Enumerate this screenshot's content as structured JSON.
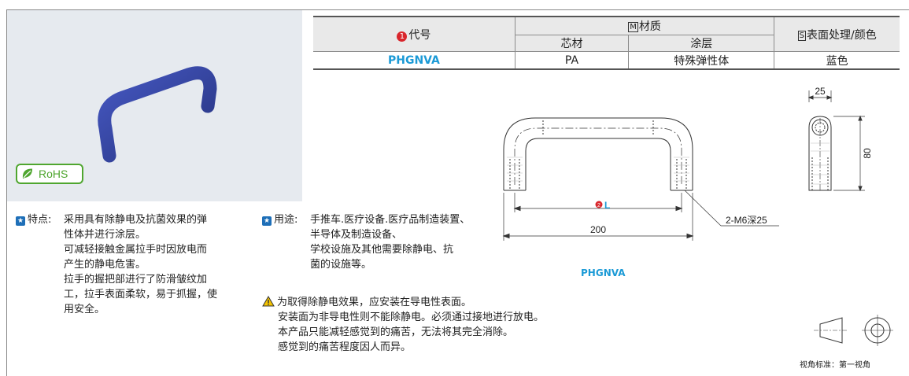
{
  "rohs": {
    "label": "RoHS"
  },
  "table": {
    "col_code": "代号",
    "col_code_num": "1",
    "col_material": "材质",
    "col_material_mark": "M",
    "sub_core": "芯材",
    "sub_coat": "涂层",
    "col_surface": "表面处理/颜色",
    "col_surface_mark": "S",
    "row": {
      "code": "PHGNVA",
      "core": "PA",
      "coat": "特殊弹性体",
      "color": "蓝色"
    }
  },
  "features": {
    "label": "特点:",
    "lines": [
      "采用具有除静电及抗菌效果的弹",
      "性体并进行涂层。",
      "可减轻接触金属拉手时因放电而",
      "产生的静电危害。",
      "拉手的握把部进行了防滑皱纹加",
      "工，拉手表面柔软，易于抓握，使",
      "用安全。"
    ]
  },
  "uses": {
    "label": "用途:",
    "lines": [
      "手推车.医疗设备.医疗品制造装置、",
      "半导体及制造设备、",
      "学校设施及其他需要除静电、抗",
      "菌的设施等。"
    ]
  },
  "warning": {
    "lines": [
      "为取得除静电效果，应安装在导电性表面。",
      "安装面为非导电性则不能除静电。必须通过接地进行放电。",
      "本产品只能减轻感觉到的痛苦，无法将其完全消除。",
      "感觉到的痛苦程度因人而异。"
    ]
  },
  "drawing": {
    "dim_L": "L",
    "dim_L_num": "2",
    "dim_200": "200",
    "dim_thread": "2-M6深25",
    "dim_25": "25",
    "dim_80": "80",
    "part_code": "PHGNVA"
  },
  "projection": {
    "label": "视角标准：第一视角"
  },
  "colors": {
    "accent_blue": "#1b9ad6",
    "red": "#d9262c",
    "rohs_green": "#4fa62f",
    "handle_blue": "#2e3f9e"
  }
}
